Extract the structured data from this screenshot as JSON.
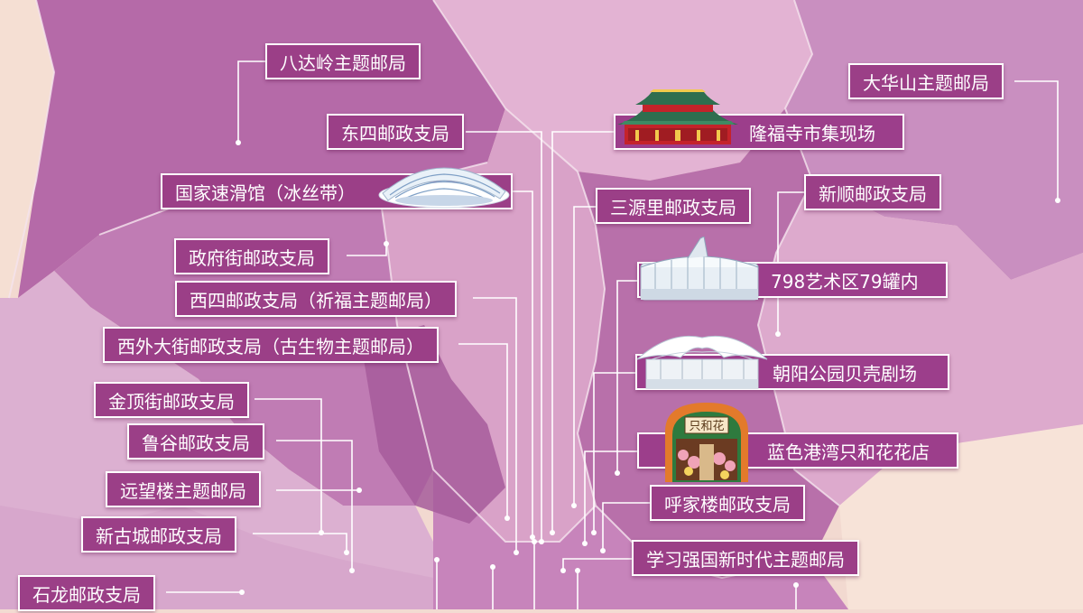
{
  "labels": {
    "badaling": "八达岭主题邮局",
    "dongsi": "东四邮政支局",
    "skating_oval": "国家速滑馆（冰丝带）",
    "fuyoujie": "政府街邮政支局",
    "xisi": "西四邮政支局（祈福主题邮局）",
    "xiwai": "西外大街邮政支局（古生物主题邮局）",
    "jindingjie": "金顶街邮政支局",
    "lugu": "鲁谷邮政支局",
    "yuanwanglou": "远望楼主题邮局",
    "xingucheng": "新古城邮政支局",
    "shilong": "石龙邮政支局",
    "longfu": "隆福寺市集现场",
    "sanyuanli": "三源里邮政支局",
    "dahuashan": "大华山主题邮局",
    "xinshun": "新顺邮政支局",
    "art798": "798艺术区79罐内",
    "chaoyang_shell": "朝阳公园贝壳剧场",
    "lansegang": "蓝色港湾只和花花店",
    "hujialou": "呼家楼邮政支局",
    "xuexi": "学习强国新时代主题邮局"
  },
  "flower_shop_sign": "只和花",
  "colors": {
    "label_bg": "#9b3f87",
    "label_text": "#ffffff",
    "map_light": "#e6b7d6",
    "map_mid": "#c98fbf",
    "map_dark": "#a9609f",
    "background": "#f3dbd2",
    "connector": "#ffffff"
  }
}
